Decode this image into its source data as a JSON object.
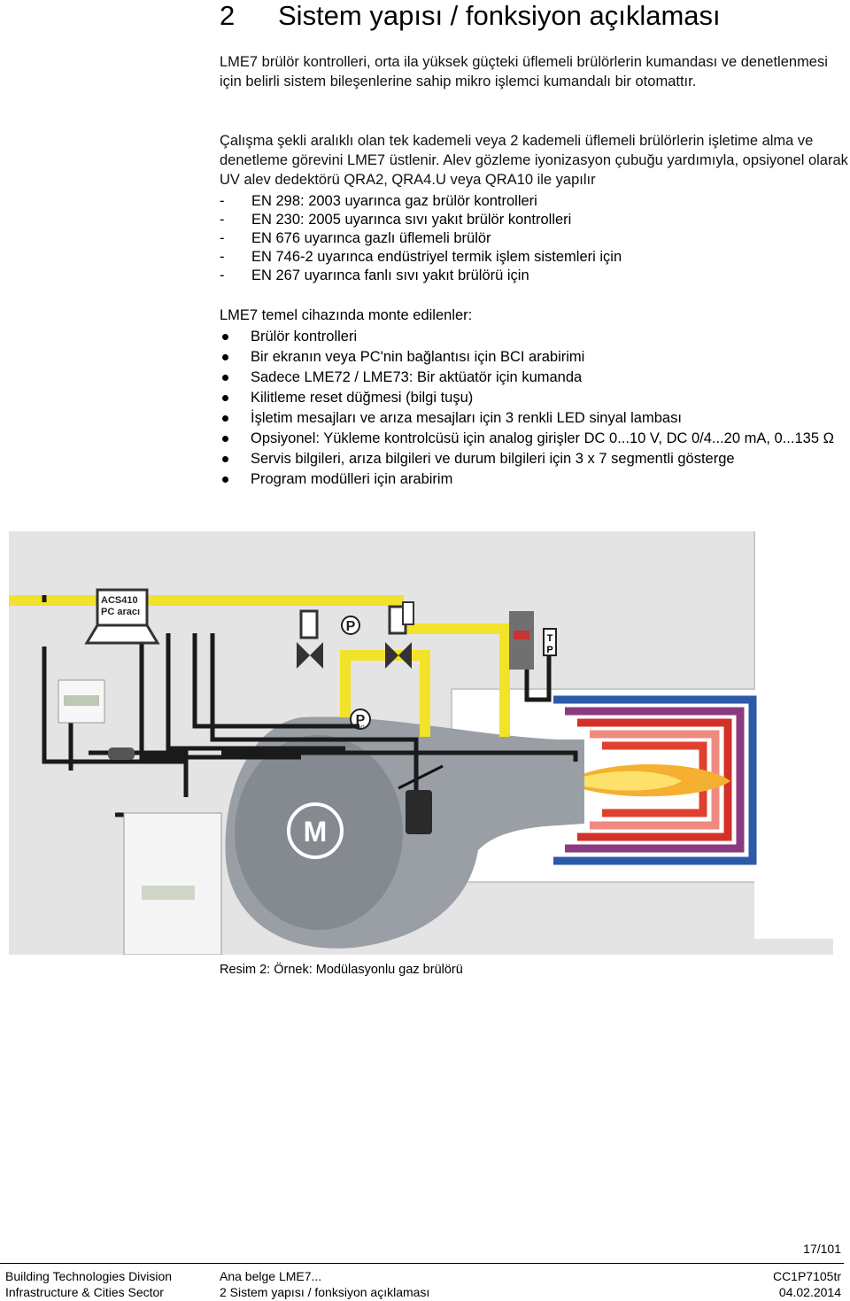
{
  "heading": {
    "number": "2",
    "title": "Sistem yapısı / fonksiyon açıklaması"
  },
  "paragraphs": [
    "LME7 brülör kontrolleri, orta ila yüksek güçteki üflemeli brülörlerin kumandası ve denetlenmesi için belirli sistem bileşenlerine sahip mikro işlemci kumandalı bir otomattır.",
    "Çalışma şekli aralıklı olan tek kademeli veya 2 kademeli üflemeli brülörlerin işletime alma ve denetleme görevini LME7 üstlenir. Alev gözleme iyonizasyon çubuğu yardımıyla, opsiyonel olarak UV alev dedektörü QRA2, QRA4.U veya QRA10 ile yapılır"
  ],
  "standards": [
    {
      "marker": "-",
      "text": "EN 298: 2003 uyarınca gaz brülör kontrolleri"
    },
    {
      "marker": "-",
      "text": "EN 230: 2005 uyarınca sıvı yakıt brülör kontrolleri"
    },
    {
      "marker": "-",
      "text": "EN 676 uyarınca gazlı üflemeli brülör"
    },
    {
      "marker": "-",
      "text": "EN 746-2 uyarınca endüstriyel termik işlem sistemleri için"
    },
    {
      "marker": "-",
      "text": "EN 267 uyarınca fanlı sıvı yakıt brülörü için"
    }
  ],
  "components_intro": "LME7 temel cihazında monte edilenler:",
  "components": [
    "Brülör kontrolleri",
    "Bir ekranın veya PC'nin bağlantısı için BCI arabirimi",
    "Sadece LME72 / LME73: Bir aktüatör için kumanda",
    "Kilitleme reset düğmesi (bilgi tuşu)",
    "İşletim mesajları ve arıza mesajları için 3 renkli LED sinyal lambası",
    "Opsiyonel: Yükleme kontrolcüsü için analog girişler DC 0...10 V, DC 0/4...20 mA, 0...135 Ω",
    "Servis bilgileri, arıza bilgileri ve durum bilgileri için 3 x 7 segmentli gösterge",
    "Program modülleri için arabirim"
  ],
  "figure": {
    "laptop_label_line1": "ACS410",
    "laptop_label_line2": "PC aracı",
    "pressure_letter": "P",
    "pressure_small_label": "LMT",
    "temp_letter": "T",
    "motor_letter": "M",
    "colors": {
      "gas_pipe": "#f2e229",
      "cable": "#1a1a1a",
      "burner": "#9a9fa5",
      "flame_red": "#d4302a",
      "flame_blue": "#2b5aa8",
      "background": "#e4e4e4"
    },
    "caption": "Resim 2: Örnek: Modülasyonlu gaz brülörü"
  },
  "page_number": "17/101",
  "footer": {
    "left1": "Building Technologies Division",
    "left2": "Infrastructure & Cities Sector",
    "mid1": "Ana belge LME7...",
    "mid2": "2 Sistem yapısı / fonksiyon açıklaması",
    "right1": "CC1P7105tr",
    "right2": "04.02.2014"
  }
}
